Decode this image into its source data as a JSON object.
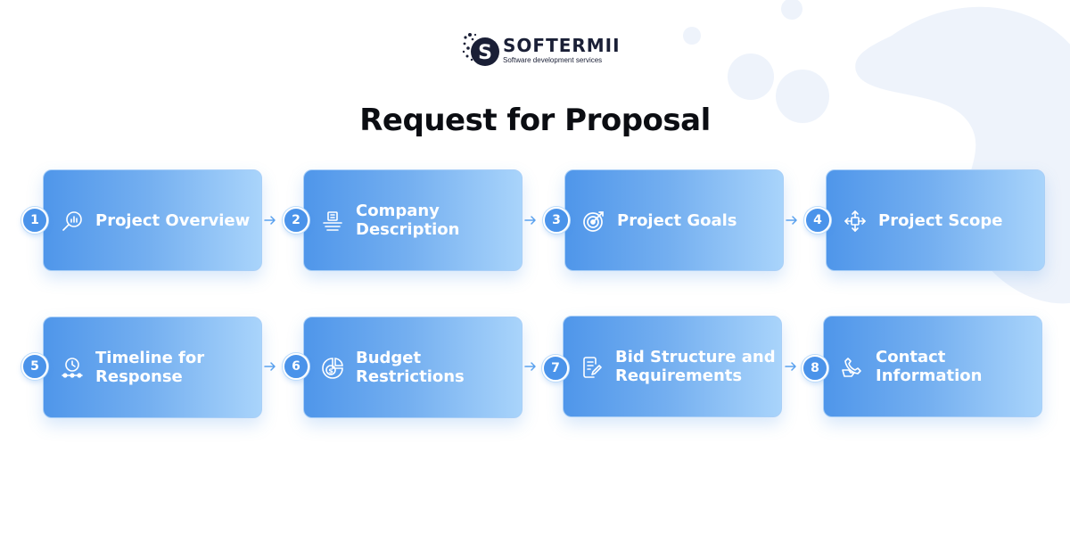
{
  "brand": {
    "name": "SOFTERMII",
    "tagline": "Software development services",
    "logo_letter": "S",
    "icon": "softermii-logo-icon"
  },
  "title": "Request for Proposal",
  "colors": {
    "card_start": "#4f96ea",
    "card_end": "#a9d4fb",
    "badge": "#4a93ea",
    "arrow": "#5aa1ee",
    "text_dark": "#0b0d12"
  },
  "steps": [
    {
      "number": "1",
      "label": "Project Overview",
      "icon": "magnifier-chart-icon"
    },
    {
      "number": "2",
      "label": "Company Description",
      "icon": "building-list-icon"
    },
    {
      "number": "3",
      "label": "Project Goals",
      "icon": "target-icon"
    },
    {
      "number": "4",
      "label": "Project Scope",
      "icon": "scope-arrows-icon"
    },
    {
      "number": "5",
      "label": "Timeline for Response",
      "icon": "clock-timeline-icon"
    },
    {
      "number": "6",
      "label": "Budget Restrictions",
      "icon": "coin-chart-icon"
    },
    {
      "number": "7",
      "label": "Bid Structure and Requirements",
      "icon": "document-pen-icon"
    },
    {
      "number": "8",
      "label": "Contact Information",
      "icon": "phone-hand-icon"
    }
  ]
}
